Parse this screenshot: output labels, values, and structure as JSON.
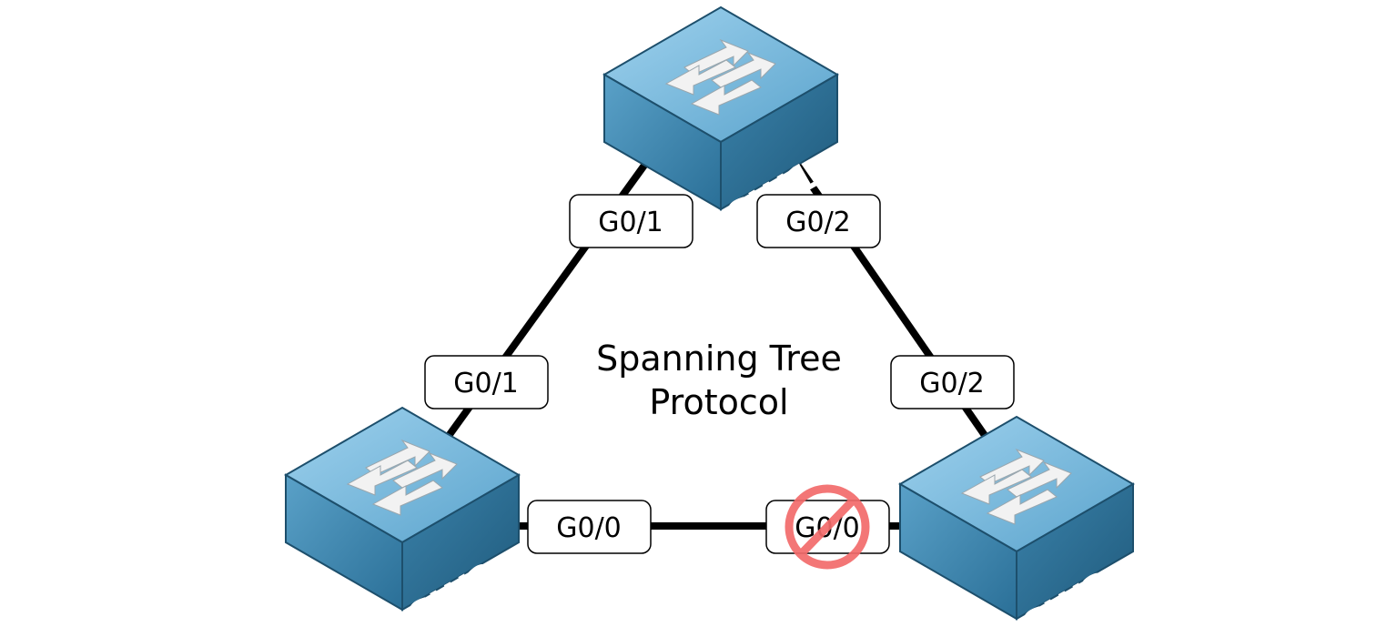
{
  "title": {
    "line1": "Spanning Tree",
    "line2": "Protocol"
  },
  "switches": [
    {
      "id": "sw1",
      "label": "SW1"
    },
    {
      "id": "sw2",
      "label": "SW2"
    },
    {
      "id": "sw3",
      "label": "SW3"
    }
  ],
  "ports": {
    "sw1_g01": "G0/1",
    "sw1_g02": "G0/2",
    "sw2_g01": "G0/1",
    "sw2_g00": "G0/0",
    "sw3_g02": "G0/2",
    "sw3_g00": "G0/0"
  },
  "blocked_port_icon": "no-entry-icon",
  "colors": {
    "switch_top": "#7cbcdf",
    "switch_left": "#3f86ad",
    "switch_right": "#2c6d92",
    "link": "#000000",
    "blocked": "#f36b6b"
  }
}
